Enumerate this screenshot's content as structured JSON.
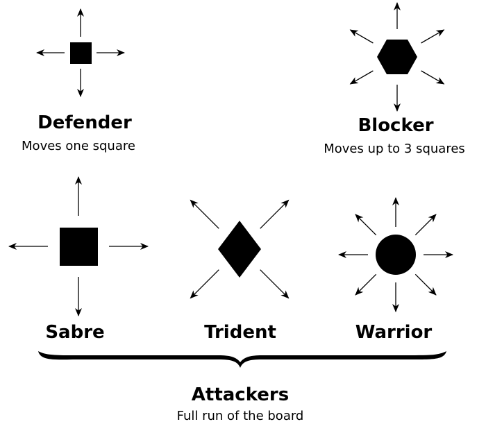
{
  "pieces": {
    "defender": {
      "name": "Defender",
      "description": "Moves one square",
      "shape": "small-square",
      "directions": 4
    },
    "blocker": {
      "name": "Blocker",
      "description": "Moves up to 3 squares",
      "shape": "hexagon",
      "directions": 6
    },
    "sabre": {
      "name": "Sabre",
      "shape": "large-square",
      "directions": 4
    },
    "trident": {
      "name": "Trident",
      "shape": "diamond",
      "directions": 4
    },
    "warrior": {
      "name": "Warrior",
      "shape": "circle",
      "directions": 8
    }
  },
  "attackers": {
    "label": "Attackers",
    "description": "Full run of the board"
  },
  "colors": {
    "ink": "#000000",
    "background": "#ffffff"
  }
}
